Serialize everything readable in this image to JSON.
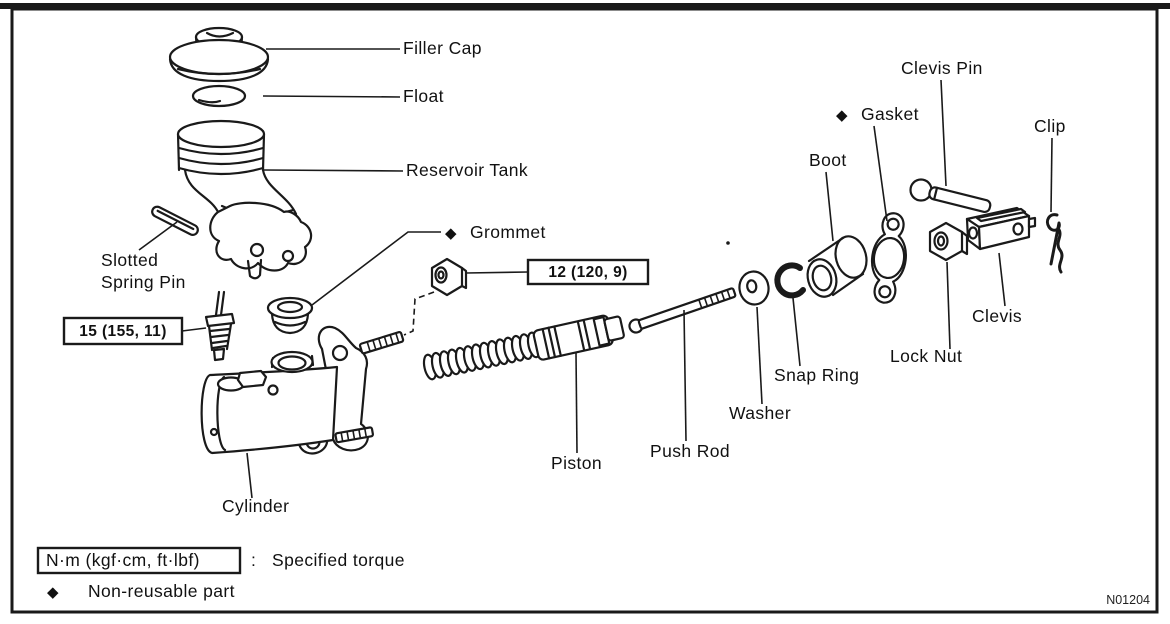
{
  "figure": {
    "code": "N01204",
    "background": "#ffffff",
    "line_color": "#1a1a1a"
  },
  "legend": {
    "diamond": "◆",
    "torque_unit_box": "N·m (kgf·cm, ft·lbf)",
    "colon": ":",
    "specified_torque": "Specified torque",
    "non_reusable_part": "Non-reusable part"
  },
  "torque_callouts": {
    "bleeder_screw": "15 (155, 11)",
    "mounting_nut": "12 (120, 9)"
  },
  "parts": {
    "filler_cap": {
      "label": "Filler Cap"
    },
    "float": {
      "label": "Float"
    },
    "reservoir_tank": {
      "label": "Reservoir Tank"
    },
    "slotted_spring_pin": {
      "label": "Slotted Spring Pin",
      "label_line1": "Slotted",
      "label_line2": "Spring Pin"
    },
    "grommet": {
      "label": "Grommet",
      "non_reusable": true
    },
    "cylinder": {
      "label": "Cylinder"
    },
    "piston": {
      "label": "Piston"
    },
    "push_rod": {
      "label": "Push Rod"
    },
    "washer": {
      "label": "Washer"
    },
    "snap_ring": {
      "label": "Snap Ring"
    },
    "boot": {
      "label": "Boot"
    },
    "gasket": {
      "label": "Gasket",
      "non_reusable": true
    },
    "clevis_pin": {
      "label": "Clevis Pin"
    },
    "lock_nut": {
      "label": "Lock Nut"
    },
    "clevis": {
      "label": "Clevis"
    },
    "clip": {
      "label": "Clip"
    }
  }
}
